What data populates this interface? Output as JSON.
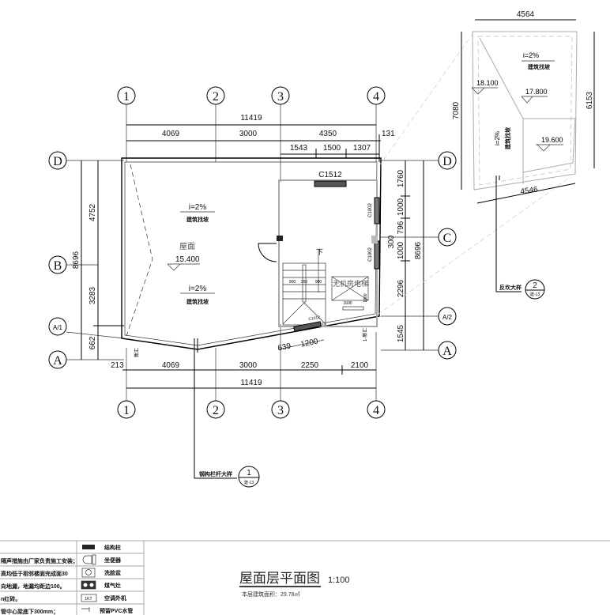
{
  "grid_axes": {
    "top": [
      "1",
      "2",
      "3",
      "4"
    ],
    "bottom": [
      "1",
      "2",
      "3",
      "4"
    ],
    "left": [
      "D",
      "B",
      "A/1",
      "A"
    ],
    "right": [
      "D",
      "C",
      "A/2",
      "A"
    ]
  },
  "dims": {
    "top_total": "11419",
    "top_row": [
      "4069",
      "3000",
      "4350",
      "131"
    ],
    "top_sub": [
      "1543",
      "1500",
      "1307"
    ],
    "left_total": "8696",
    "left_segments": [
      "4752",
      "3283",
      "662"
    ],
    "right_total": "8696",
    "right_segments": [
      "1760",
      "1000",
      "796",
      "300",
      "1000",
      "2296",
      "1545"
    ],
    "bottom_row": [
      "213",
      "4069",
      "3000",
      "2250",
      "2100"
    ],
    "bottom_total": "11419",
    "stair_dims": [
      "639",
      "1200"
    ]
  },
  "roof": {
    "slope1": "i=2%",
    "slope1_note": "建筑找坡",
    "slope2": "i=2%",
    "slope2_note": "建筑找坡",
    "label": "屋面",
    "elevation": "15.400"
  },
  "stair": {
    "down_label": "下",
    "w1": "900",
    "w2": "250",
    "w3": "900",
    "elevator": "无机房电梯",
    "elev_w": "1600",
    "elev_h": "1800",
    "window_top": "C1512",
    "window_r1": "C1002",
    "window_r2": "C1002",
    "window_bottom": "C1012",
    "small_tag1": "新汇",
    "small_tag2": "1-新汇"
  },
  "detail": {
    "width_top": "4564",
    "width_bottom": "4546",
    "height_left": "7080",
    "height_right": "6153",
    "slope1": "i=2%",
    "slope1_note": "建筑找坡",
    "slope2": "i=2%",
    "slope2_note": "建筑找坡",
    "elev1": "18.100",
    "elev2": "17.800",
    "elev3": "19.600"
  },
  "callouts": [
    {
      "label": "钢构栏杆大样",
      "num": "1",
      "sheet": "建-13"
    },
    {
      "label": "反坎大样",
      "num": "2",
      "sheet": "建-13"
    }
  ],
  "notes": [
    "",
    "隔声措施由厂家负责施工安装；",
    "高均低于相邻楼面完成面30",
    "向地漏，地漏均距边100。",
    "n红砖。",
    "管中心梁底下300mm；"
  ],
  "legend": [
    "结构柱",
    "坐便器",
    "洗脸盆",
    "煤气灶",
    "空调外机",
    "预留PVC水管"
  ],
  "legend_ac_tag": "1KT",
  "title": {
    "name": "屋面层平面图",
    "scale": "1:100",
    "area": "本层建筑面积：29.78㎡"
  }
}
